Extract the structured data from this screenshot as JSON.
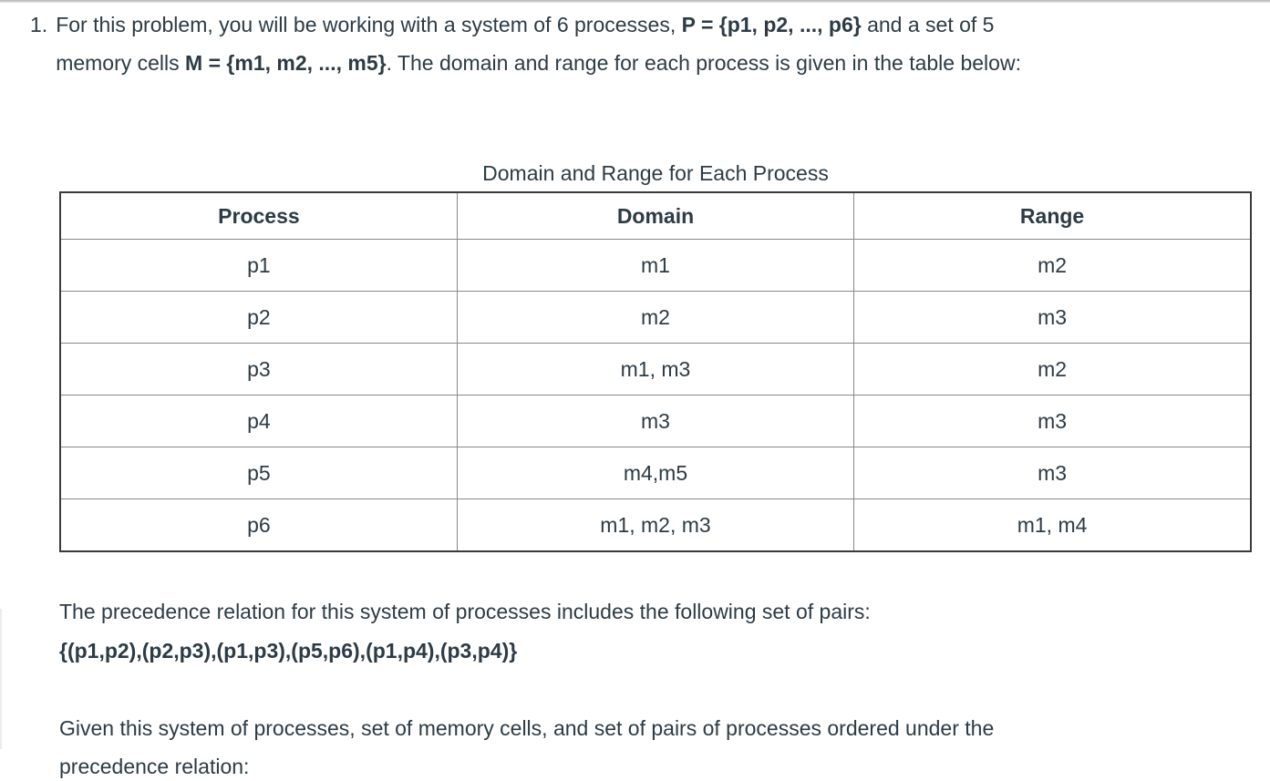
{
  "page": {
    "text_color": "#2d3b45",
    "background": "#ffffff",
    "table_outer_border": "#3a3a3a",
    "table_inner_border": "#888888"
  },
  "intro": {
    "number": "1.",
    "seg1": "For this problem, you will be working with a system of 6 processes, ",
    "seg2": "P = {p1, p2, ..., p6}",
    "seg3": " and a set of 5",
    "seg4": "memory cells ",
    "seg5": "M = {m1, m2, ..., m5}",
    "seg6": ". The domain and range for each process is given in the table below:"
  },
  "table": {
    "caption": "Domain and Range for Each Process",
    "headers": [
      "Process",
      "Domain",
      "Range"
    ],
    "rows": [
      {
        "process": "p1",
        "domain": "m1",
        "range": "m2"
      },
      {
        "process": "p2",
        "domain": "m2",
        "range": "m3"
      },
      {
        "process": "p3",
        "domain": "m1, m3",
        "range": "m2"
      },
      {
        "process": "p4",
        "domain": "m3",
        "range": "m3"
      },
      {
        "process": "p5",
        "domain": "m4,m5",
        "range": "m3"
      },
      {
        "process": "p6",
        "domain": "m1, m2, m3",
        "range": "m1, m4"
      }
    ]
  },
  "precedence": {
    "line1": "The precedence relation for this system of processes includes the following set of pairs:",
    "pairs": "{(p1,p2),(p2,p3),(p1,p3),(p5,p6),(p1,p4),(p3,p4)}"
  },
  "closing": {
    "line1": "Given this system of processes, set of memory cells, and set of pairs of processes ordered under the",
    "line2": "precedence relation:"
  }
}
